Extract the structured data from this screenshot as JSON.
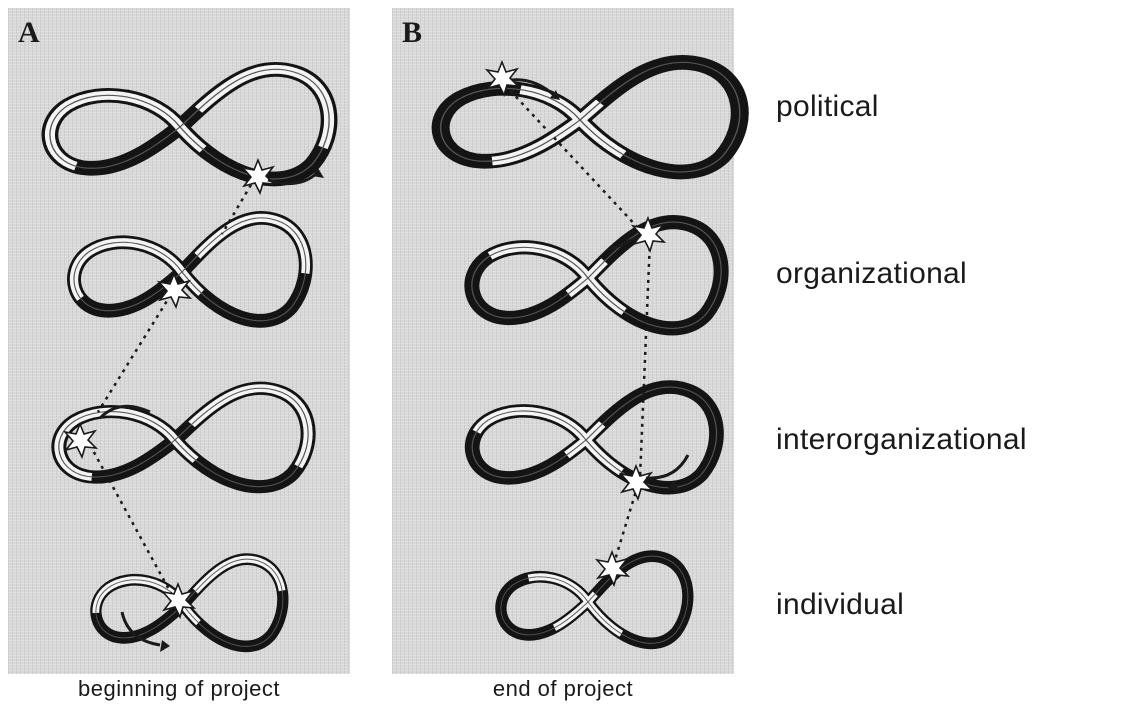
{
  "panels": [
    {
      "letter": "A",
      "caption": "beginning of project"
    },
    {
      "letter": "B",
      "caption": "end of project"
    }
  ],
  "levels": [
    "political",
    "organizational",
    "interorganizational",
    "individual"
  ],
  "colors": {
    "panel_bg": "#d8d8d8",
    "loop_dark": "#141414",
    "loop_light": "#f4f4f4",
    "text": "#1a1a1a"
  },
  "icons": [
    "infinity-loop-icon",
    "star-burst-icon",
    "arrow-icon"
  ]
}
